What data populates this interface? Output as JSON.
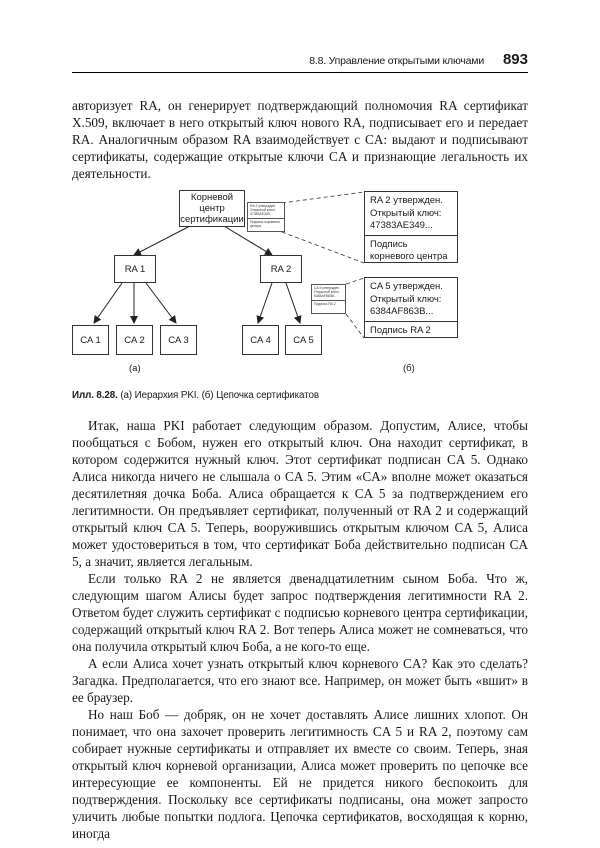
{
  "header": {
    "running_title": "8.8. Управление открытыми ключами",
    "page_number": "893"
  },
  "intro_paragraph": "авторизует RA, он генерирует подтверждающий полномочия RA сертификат X.509, включает в него открытый ключ нового RA, подписывает его и передает RA. Аналогичным образом RA взаимодействует с CA: выдают и подписывают сертификаты, содержащие открытые ключи CA и признающие легальность их деятельности.",
  "figure": {
    "root": "Корневой центр сертификации",
    "ra1": "RA 1",
    "ra2": "RA 2",
    "ca": [
      "CA 1",
      "CA 2",
      "CA 3",
      "CA 4",
      "CA 5"
    ],
    "label_a": "(а)",
    "label_b": "(б)",
    "cert_ra2": {
      "line1": "RA 2 утвержден.",
      "line2": "Открытый ключ:",
      "line3": "47383AE349...",
      "signature": "Подпись корневого центра"
    },
    "cert_ca5": {
      "line1": "CA 5 утвержден.",
      "line2": "Открытый ключ:",
      "line3": "6384AF863B...",
      "signature": "Подпись RA 2"
    }
  },
  "caption": {
    "label": "Илл. 8.28.",
    "text": "(а) Иерархия PKI. (б) Цепочка сертификатов"
  },
  "paragraphs": [
    "Итак, наша PKI работает следующим образом. Допустим, Алисе, чтобы пообщаться с Бобом, нужен его открытый ключ. Она находит сертификат, в котором содержится нужный ключ. Этот сертификат подписан CA 5. Однако Алиса никогда ничего не слышала о CA 5. Этим «CA» вполне может оказаться десятилетняя дочка Боба. Алиса обращается к CA 5 за подтверждением его легитимности. Он предъявляет сертификат, полученный от RA 2 и содержащий открытый ключ CA 5. Теперь, вооружившись открытым ключом CA 5, Алиса может удостовериться в том, что сертификат Боба действительно подписан CA 5, а значит, является легальным.",
    "Если только RA 2 не является двенадцатилетним сыном Боба. Что ж, следующим шагом Алисы будет запрос подтверждения легитимности RA 2. Ответом будет служить сертификат с подписью корневого центра сертификации, содержащий открытый ключ RA 2. Вот теперь Алиса может не сомневаться, что она получила открытый ключ Боба, а не кого-то еще.",
    "А если Алиса хочет узнать открытый ключ корневого CA? Как это сделать? Загадка. Предполагается, что его знают все. Например, он может быть «вшит» в ее браузер.",
    "Но наш Боб — добряк, он не хочет доставлять Алисе лишних хлопот. Он понимает, что она захочет проверить легитимность CA 5 и RA 2, поэтому сам собирает нужные сертификаты и отправляет их вместе со своим. Теперь, зная открытый ключ корневой организации, Алиса может проверить по цепочке все интересующие ее компоненты. Ей не придется никого беспокоить для подтверждения. Поскольку все сертификаты подписаны, она может запросто уличить любые попытки подлога. Цепочка сертификатов, восходящая к корню, иногда"
  ]
}
